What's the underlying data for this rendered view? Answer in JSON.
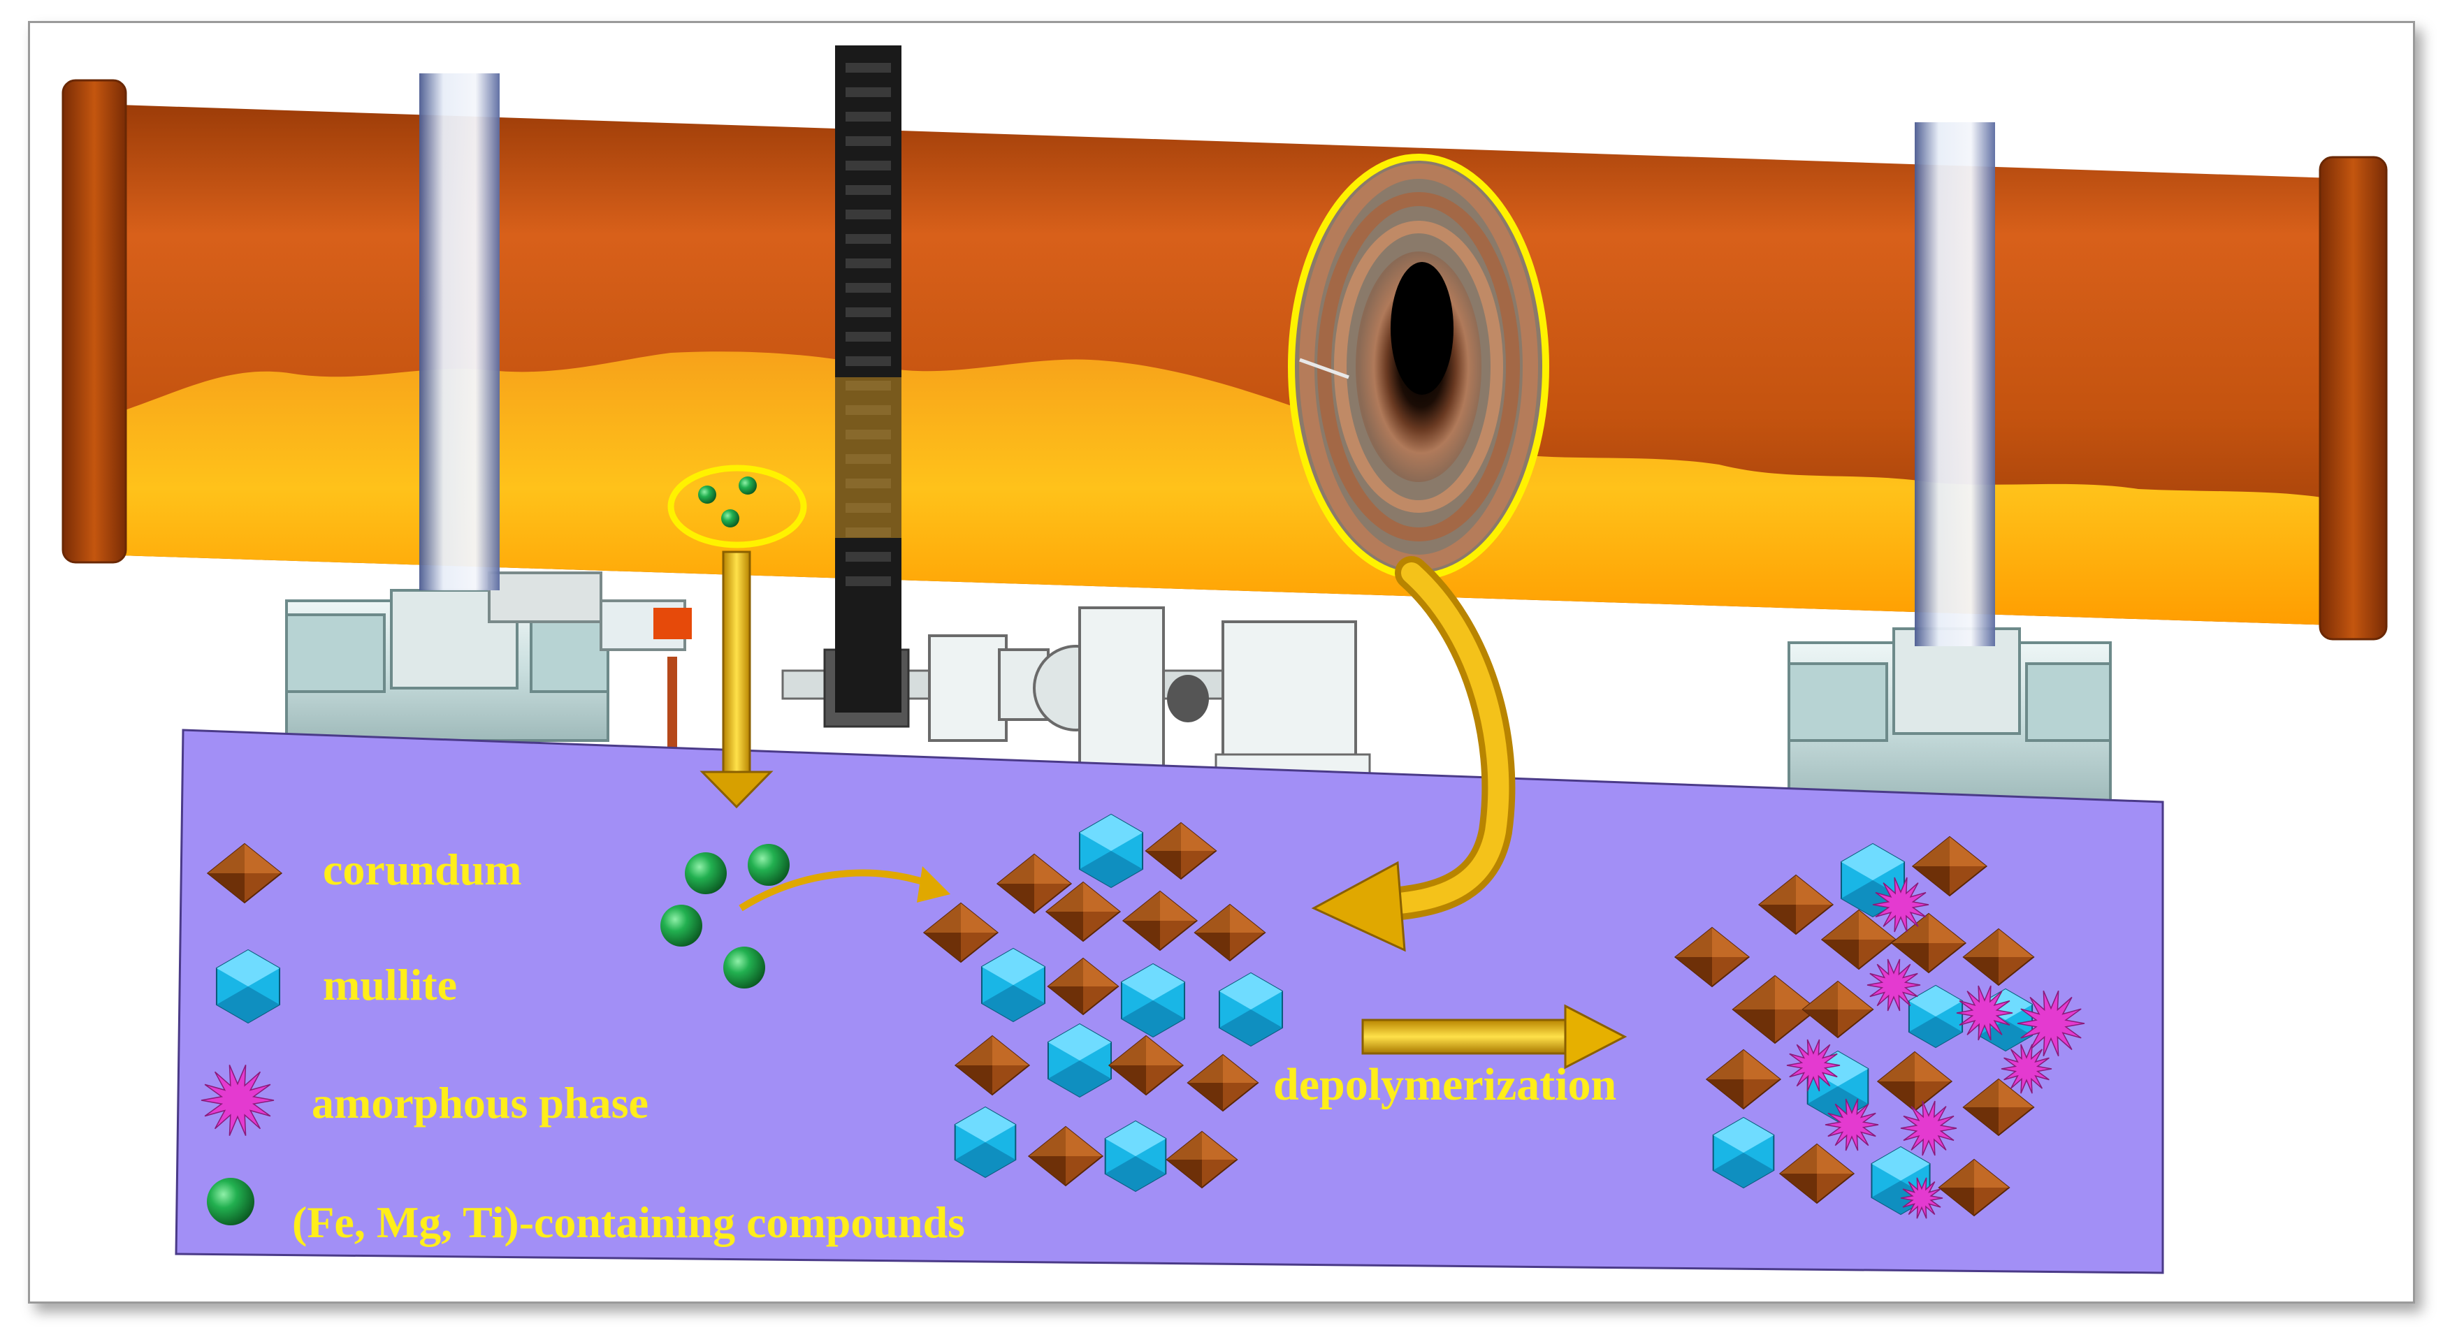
{
  "legend": [
    {
      "key": "corundum",
      "label": "corundum",
      "symbol": "brown-diamond"
    },
    {
      "key": "mullite",
      "label": "mullite",
      "symbol": "cyan-hexagon"
    },
    {
      "key": "amorphous",
      "label": "amorphous phase",
      "symbol": "magenta-star"
    },
    {
      "key": "compounds",
      "label": "(Fe, Mg, Ti)-containing  compounds",
      "symbol": "green-sphere"
    }
  ],
  "process": {
    "label": "depolymerization"
  },
  "colors": {
    "kiln_shell": "#c8530f",
    "kiln_fill": "#ffb000",
    "base_panel": "#a28ff6",
    "label_yellow": "#ffee1a",
    "corundum": "#9b4a14",
    "mullite": "#19b6e6",
    "amorphous": "#e43ad0",
    "compound": "#1ea44a",
    "highlight_ellipse": "#fff200"
  }
}
